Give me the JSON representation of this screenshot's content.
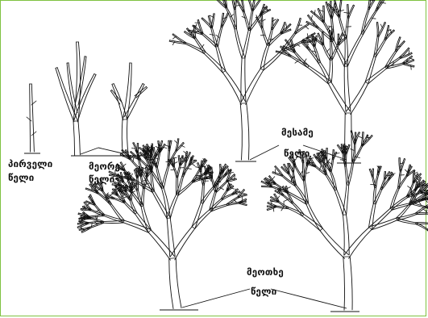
{
  "labels": {
    "year1": {
      "line1": "პირველი",
      "line2": "წელი"
    },
    "year2": {
      "line1": "მეორე",
      "line2": "წელი"
    },
    "year3": {
      "line1": "მესამე",
      "line2": "წელი"
    },
    "year4": {
      "line1": "მეოთხე",
      "line2": "წელი"
    }
  },
  "colors": {
    "frame": "#7fc241",
    "ink": "#111111",
    "background": "#ffffff"
  },
  "trees": [
    {
      "id": "tree-year1",
      "stage": "year1"
    },
    {
      "id": "tree-year2-a",
      "stage": "year2"
    },
    {
      "id": "tree-year2-b",
      "stage": "year2"
    },
    {
      "id": "tree-year3-a",
      "stage": "year3"
    },
    {
      "id": "tree-year3-b",
      "stage": "year3"
    },
    {
      "id": "tree-year4-a",
      "stage": "year4"
    },
    {
      "id": "tree-year4-b",
      "stage": "year4"
    }
  ]
}
